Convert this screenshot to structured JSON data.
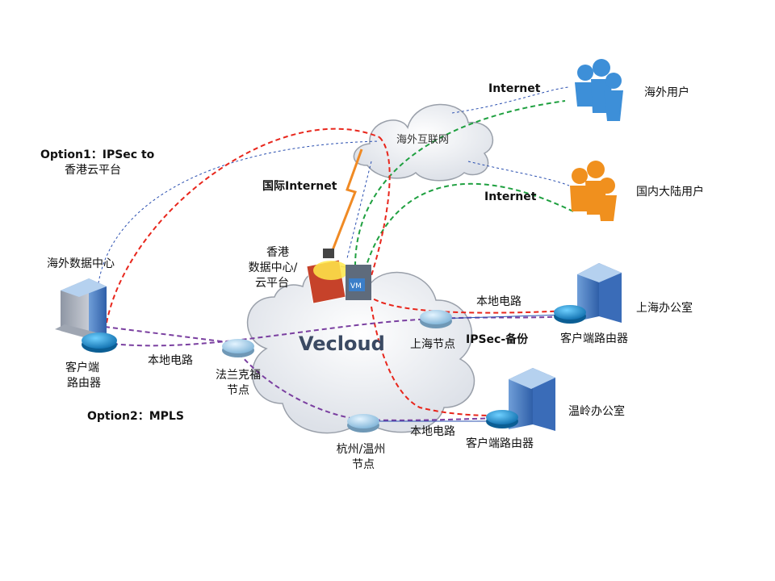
{
  "labels": {
    "option1": "Option1：IPSec to",
    "option1_line2": "香港云平台",
    "option2": "Option2：MPLS",
    "overseas_dc": "海外数据中心",
    "client_router_left_1": "客户端",
    "client_router_left_2": "路由器",
    "local_circuit_left": "本地电路",
    "frankfurt_1": "法兰克福",
    "frankfurt_2": "节点",
    "hk_dc_1": "香港",
    "hk_dc_2": "数据中心/",
    "hk_dc_3": "云平台",
    "intl_internet": "国际Internet",
    "overseas_internet": "海外互联网",
    "internet_top": "Internet",
    "internet_mid": "Internet",
    "overseas_users": "海外用户",
    "domestic_users": "国内大陆用户",
    "vecloud": "Vecloud",
    "shanghai_node": "上海节点",
    "local_circuit_sh": "本地电路",
    "ipsec_backup": "IPSec-备份",
    "shanghai_office": "上海办公室",
    "client_router_sh": "客户端路由器",
    "wenling_office": "温岭办公室",
    "client_router_wl": "客户端路由器",
    "local_circuit_wl": "本地电路",
    "hz_wz_1": "杭州/温州",
    "hz_wz_2": "节点",
    "vm": "VM"
  },
  "colors": {
    "ipsec_red": "#e8261c",
    "mpls_purple": "#7a3fa0",
    "internet_green": "#1fa040",
    "link_blue": "#2a4fb0",
    "intl_orange": "#f08a24",
    "user_blue": "#3d8fd8",
    "user_orange": "#f0901e",
    "router_blue": "#1c8cc8"
  }
}
